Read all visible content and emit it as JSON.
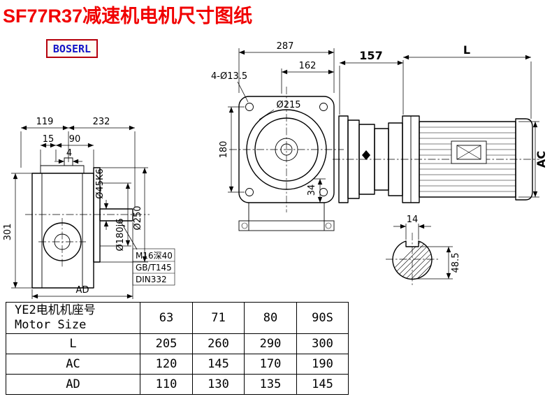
{
  "page": {
    "title": "SF77R37减速机电机尺寸图纸",
    "brand": "BOSERL"
  },
  "drawing": {
    "left": {
      "dim_119": "119",
      "dim_232": "232",
      "dim_15": "15",
      "dim_90": "90",
      "dim_4": "4",
      "dim_301": "301",
      "dim_AD": "AD",
      "dia_shaft": "Ø45K6",
      "dia_spigot": "Ø180j6",
      "dia_flange": "Ø250",
      "note1": "M16深40",
      "note2": "GB/T145",
      "note3": "DIN332"
    },
    "front": {
      "dim_287": "287",
      "dim_162": "162",
      "holes": "4-Ø13.5",
      "dia_215": "Ø215",
      "dim_180": "180",
      "dim_34": "34"
    },
    "side": {
      "dim_157": "157",
      "dim_L": "L",
      "dim_AC": "AC",
      "dim_14": "14",
      "dim_48_5": "48.5"
    }
  },
  "table": {
    "header": {
      "label_cn": "YE2电机机座号",
      "label_en": "Motor Size",
      "sizes": [
        "63",
        "71",
        "80",
        "90S"
      ]
    },
    "rows": [
      {
        "label": "L",
        "values": [
          "205",
          "260",
          "290",
          "300"
        ]
      },
      {
        "label": "AC",
        "values": [
          "120",
          "145",
          "170",
          "190"
        ]
      },
      {
        "label": "AD",
        "values": [
          "110",
          "130",
          "135",
          "145"
        ]
      }
    ]
  }
}
